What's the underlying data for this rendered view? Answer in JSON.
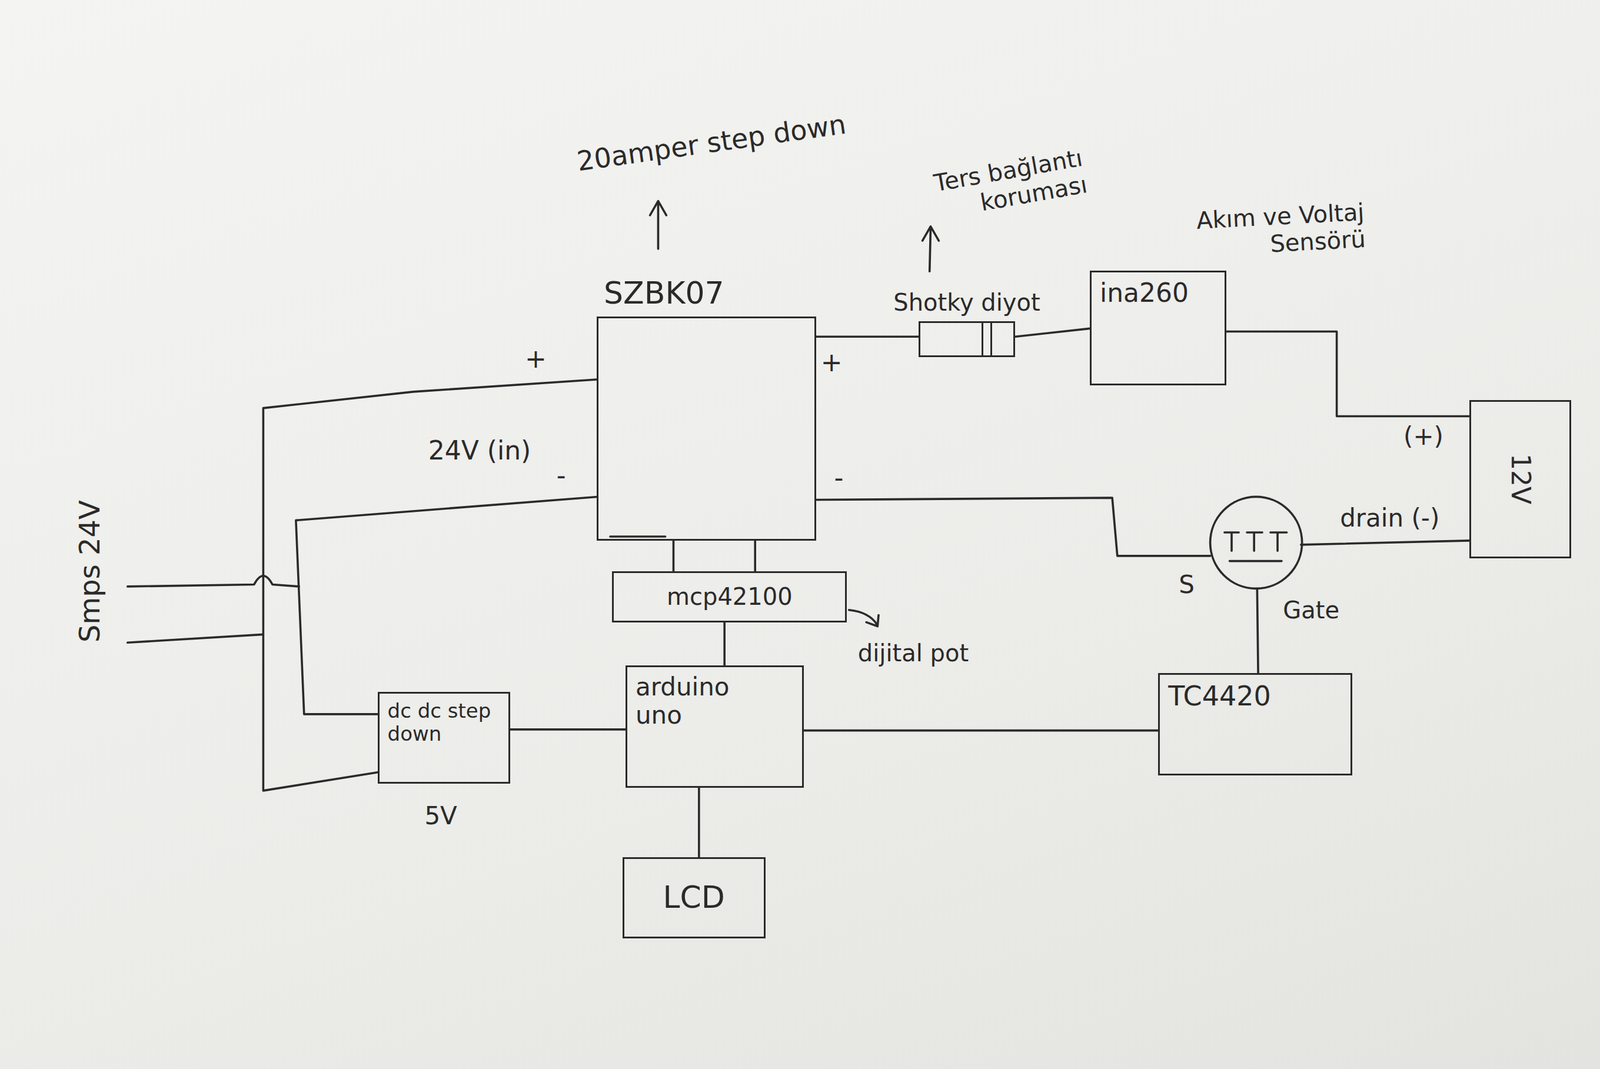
{
  "diagram": {
    "nodes": [
      {
        "text": [
          "SZBK07"
        ]
      },
      {
        "text": [
          "Shotky diyot"
        ]
      },
      {
        "text": [
          "ina260"
        ]
      },
      {
        "text": [
          "12V"
        ]
      },
      {
        "text": [
          "mcp42100"
        ]
      },
      {
        "text": [
          "dc dc step down"
        ]
      },
      {
        "text": [
          "arduino uno"
        ]
      },
      {
        "text": [
          "TC4420"
        ]
      },
      {
        "text": [
          "LCD"
        ]
      }
    ],
    "edges": [
      {
        "from": 0,
        "to": 1,
        "arrow": "none"
      },
      {
        "from": 1,
        "to": 2,
        "arrow": "none"
      },
      {
        "from": 2,
        "to": 3,
        "arrow": "none"
      },
      {
        "from": 0,
        "to": 4,
        "arrow": "none"
      },
      {
        "from": 0,
        "to": 4,
        "arrow": "none"
      },
      {
        "from": 4,
        "to": 6,
        "arrow": "none"
      },
      {
        "from": 5,
        "to": 6,
        "arrow": "none"
      },
      {
        "from": 6,
        "to": 8,
        "arrow": "none"
      },
      {
        "from": 6,
        "to": 7,
        "arrow": "none"
      },
      {
        "from": 0,
        "to": 5,
        "arrow": "none"
      },
      {
        "from": 0,
        "to": 5,
        "arrow": "none"
      }
    ],
    "labels": [
      "20amper step down",
      "Ters bağlantı koruması",
      "Akım ve Voltaj Sensörü",
      "+",
      "24V (in)",
      "-",
      "+",
      "-",
      "Smps 24V",
      "(+)",
      "drain (-)",
      "S",
      "Gate",
      "dijital pot",
      "5V"
    ]
  }
}
